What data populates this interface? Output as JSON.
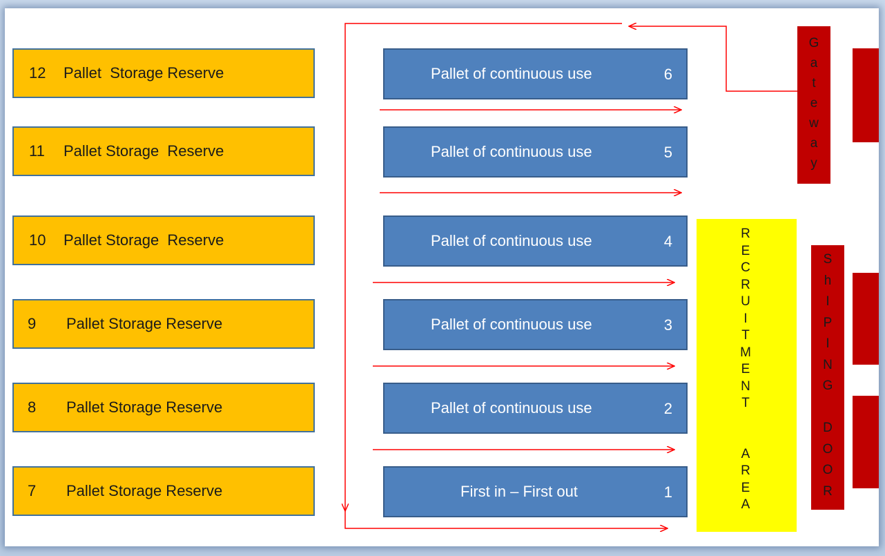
{
  "reserves": [
    {
      "number": "12",
      "label": "Pallet  Storage Reserve"
    },
    {
      "number": "11",
      "label": "Pallet Storage  Reserve"
    },
    {
      "number": "10",
      "label": "Pallet Storage  Reserve"
    },
    {
      "number": "9",
      "label": "Pallet Storage Reserve"
    },
    {
      "number": "8",
      "label": "Pallet Storage Reserve"
    },
    {
      "number": "7",
      "label": "Pallet Storage Reserve"
    }
  ],
  "pallets": [
    {
      "label": "Pallet of continuous use",
      "number": "6"
    },
    {
      "label": "Pallet of continuous use",
      "number": "5"
    },
    {
      "label": "Pallet of continuous use",
      "number": "4"
    },
    {
      "label": "Pallet of continuous use",
      "number": "3"
    },
    {
      "label": "Pallet of continuous use",
      "number": "2"
    },
    {
      "label": "First in – First out",
      "number": "1"
    }
  ],
  "gateway": {
    "letters": [
      "G",
      "a",
      "t",
      "e",
      "w",
      "a",
      "y"
    ]
  },
  "recruitment_area": {
    "letters": [
      "R",
      "E",
      "C",
      "R",
      "U",
      "I",
      "T",
      "M",
      "E",
      "N",
      "T",
      "",
      "",
      "A",
      "R",
      "E",
      "A"
    ]
  },
  "shipping_door": {
    "letters": [
      "S",
      "h",
      "I",
      "P",
      "I",
      "N",
      "G",
      "",
      "D",
      "O",
      "O",
      "R"
    ]
  },
  "colors": {
    "reserve_fill": "#ffc000",
    "pallet_fill": "#4f81bd",
    "door_fill": "#c00000",
    "recruitment_fill": "#ffff00",
    "arrow_color": "#ff0000"
  }
}
